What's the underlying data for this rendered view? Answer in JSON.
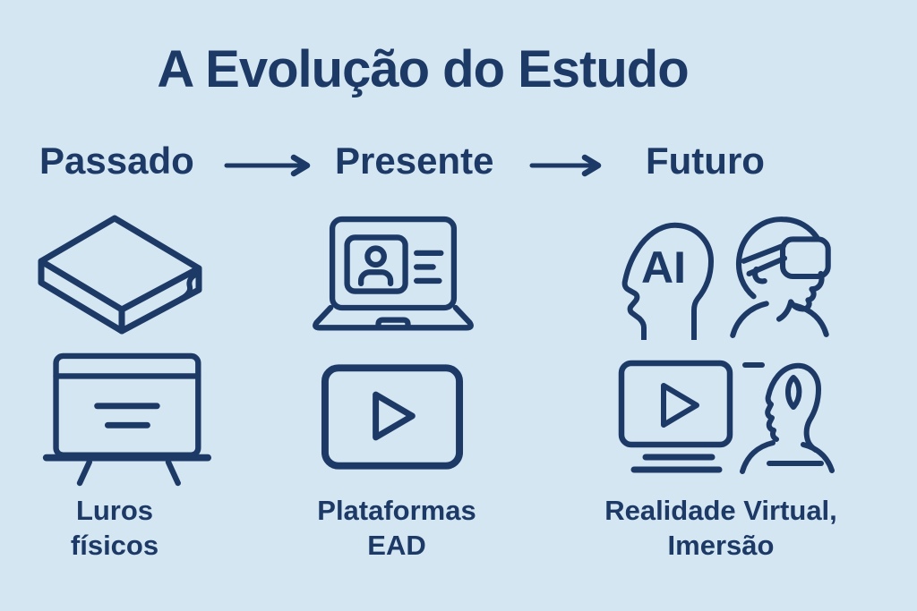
{
  "title": "A Evolução do Estudo",
  "colors": {
    "background": "#d4e6f2",
    "ink": "#1d3a66"
  },
  "timeline": {
    "stages": [
      {
        "id": "passado",
        "label": "Passado"
      },
      {
        "id": "presente",
        "label": "Presente"
      },
      {
        "id": "futuro",
        "label": "Futuro"
      }
    ],
    "arrow_icon": "arrow-right-icon"
  },
  "columns": [
    {
      "stage": "Passado",
      "icons": [
        "book-icon",
        "whiteboard-easel-icon"
      ],
      "caption": {
        "line1": "Luros",
        "line2": "físicos"
      }
    },
    {
      "stage": "Presente",
      "icons": [
        "laptop-video-lesson-icon",
        "video-play-icon"
      ],
      "caption": {
        "line1": "Plataformas",
        "line2": "EAD"
      }
    },
    {
      "stage": "Futuro",
      "icons": [
        "ai-head-icon",
        "vr-headset-person-icon",
        "monitor-play-icon",
        "immersion-head-icon"
      ],
      "caption": {
        "line1": "Realidade Virtual,",
        "line2": "Imersão"
      }
    }
  ],
  "ai_head_label": "AI"
}
